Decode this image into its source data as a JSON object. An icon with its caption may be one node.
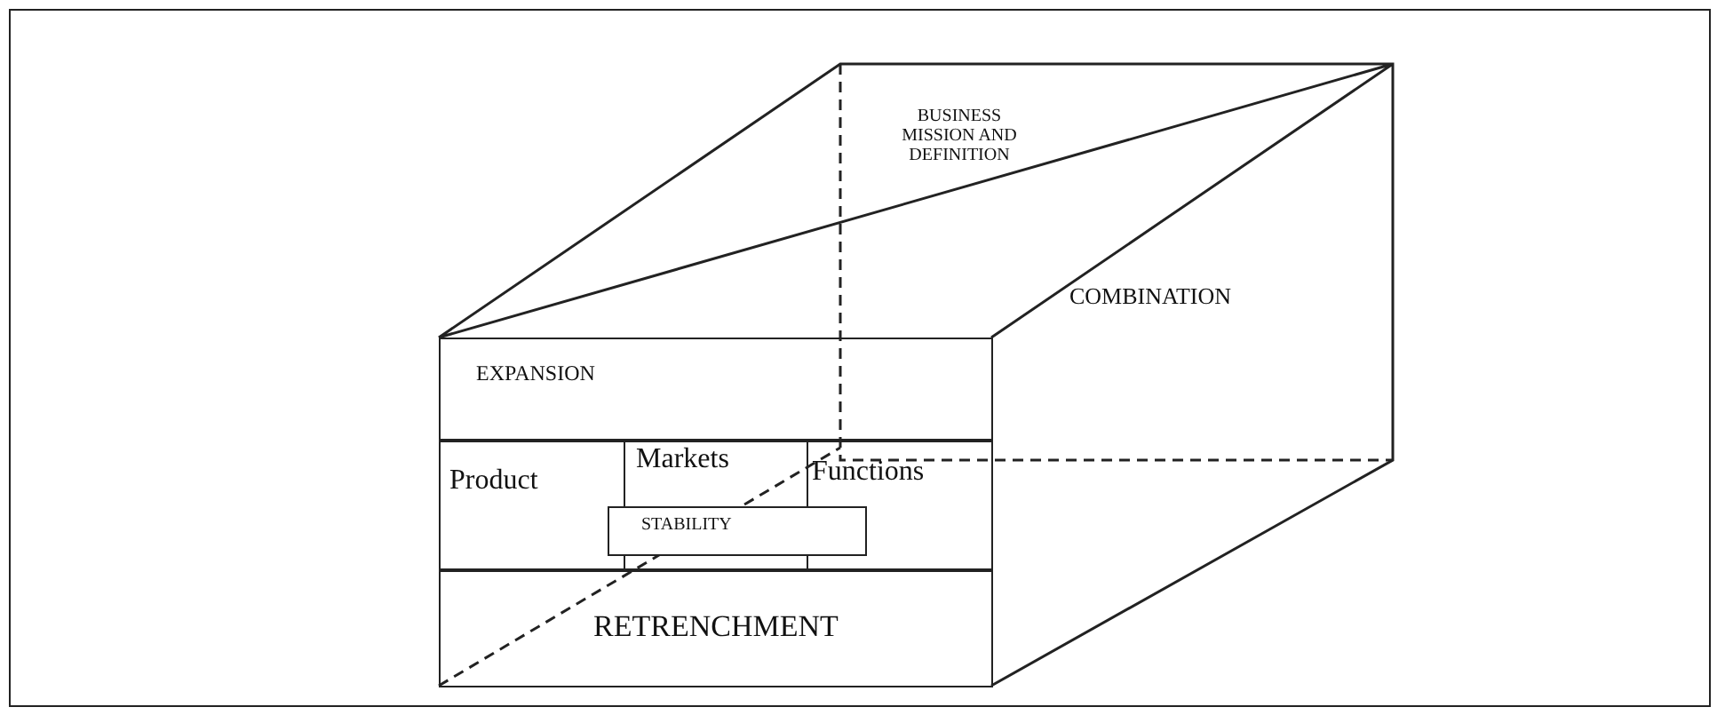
{
  "diagram": {
    "nodes": [
      {
        "text": [
          "BUSINESS MISSION AND DEFINITION"
        ]
      },
      {
        "text": [
          "EXPANSION"
        ]
      },
      {
        "text": [
          "Product"
        ]
      },
      {
        "text": [
          "Markets"
        ],
        "in": 2
      },
      {
        "text": [
          "Functions"
        ],
        "in": 2
      },
      {
        "text": [
          "STABILITY"
        ],
        "in": 2
      },
      {
        "text": [
          "RETRENCHMENT"
        ]
      },
      {
        "text": [
          "COMBINATION"
        ]
      }
    ]
  }
}
